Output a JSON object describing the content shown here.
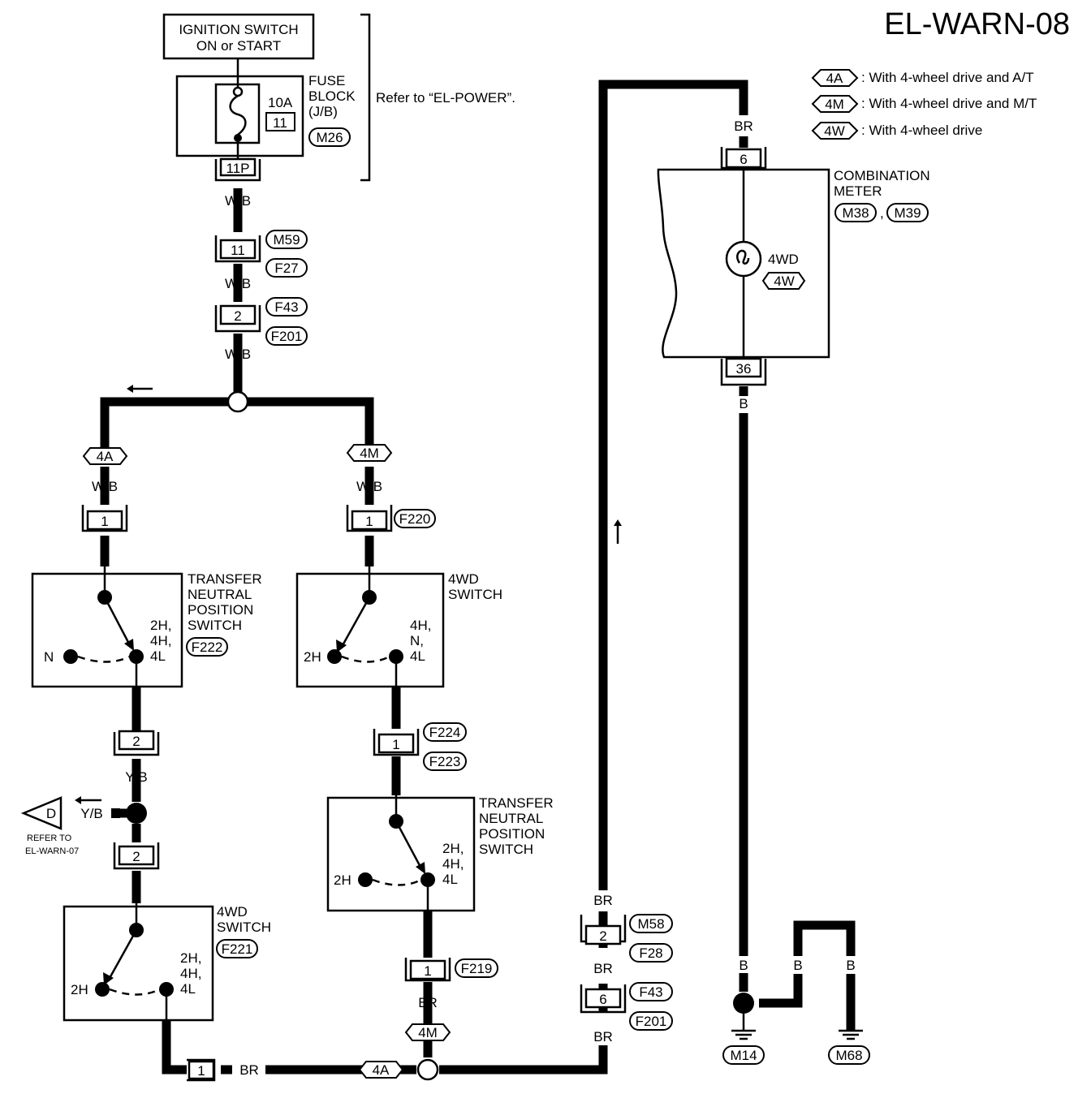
{
  "title": "EL-WARN-08",
  "legend": [
    {
      "code": "4A",
      "text": ": With 4-wheel drive and A/T"
    },
    {
      "code": "4M",
      "text": ": With 4-wheel drive and M/T"
    },
    {
      "code": "4W",
      "text": ": With 4-wheel drive"
    }
  ],
  "ignition": {
    "line1": "IGNITION SWITCH",
    "line2": "ON or START"
  },
  "fuse_block": {
    "line1": "FUSE",
    "line2": "BLOCK",
    "line3": "(J/B)",
    "amps": "10A",
    "number": "11",
    "connector": "M26",
    "terminal": "11P"
  },
  "refer_power": "Refer to “EL-POWER”.",
  "wires": {
    "wb": "W/B",
    "b": "B",
    "br": "BR",
    "yb": "Y/B"
  },
  "connectors": {
    "m59": "M59",
    "f27": "F27",
    "f43": "F43",
    "f201": "F201",
    "f220": "F220",
    "f222": "F222",
    "f224": "F224",
    "f223": "F223",
    "f219": "F219",
    "f221": "F221",
    "m58": "M58",
    "f28": "F28",
    "m38": "M38",
    "m39": "M39",
    "m14": "M14",
    "m68": "M68"
  },
  "pins": {
    "p11": "11",
    "p2": "2",
    "p1": "1",
    "p6": "6",
    "p36": "36"
  },
  "options": {
    "a": "4A",
    "m": "4M",
    "w": "4W"
  },
  "transfer_switch": {
    "line1": "TRANSFER",
    "line2": "NEUTRAL",
    "line3": "POSITION",
    "line4": "SWITCH"
  },
  "wd_switch": {
    "line1": "4WD",
    "line2": "SWITCH"
  },
  "positions": {
    "n": "N",
    "h2": "2H",
    "h2c": "2H,",
    "h4c": "4H,",
    "nc": "N,",
    "l4": "4L"
  },
  "combination_meter": {
    "line1": "COMBINATION",
    "line2": "METER",
    "lamp": "4WD"
  },
  "refer_d": {
    "letter": "D",
    "line1": "REFER TO",
    "line2": "EL-WARN-07"
  }
}
